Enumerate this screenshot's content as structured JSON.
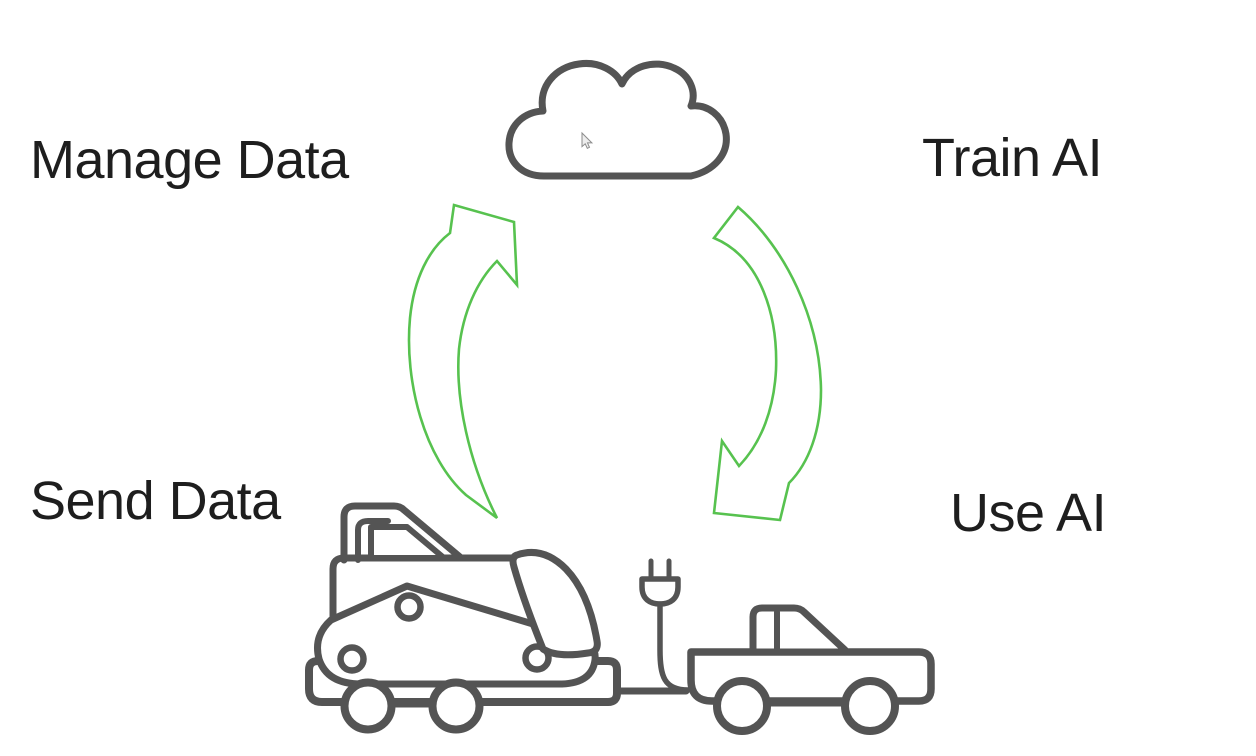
{
  "slide": {
    "labels": {
      "manage_data": "Manage Data",
      "train_ai": "Train AI",
      "send_data": "Send Data",
      "use_ai": "Use AI"
    },
    "icons": {
      "cloud": "cloud-icon",
      "arrow_up": "cycle-arrow-up-icon",
      "arrow_down": "cycle-arrow-down-icon",
      "bulldozer": "bulldozer-icon",
      "trailer": "equipment-trailer-icon",
      "plug": "power-plug-icon",
      "truck": "pickup-truck-icon",
      "cursor": "mouse-cursor-icon"
    }
  },
  "colors": {
    "background": "#ffffff",
    "ink": "#545454",
    "green": "#57c24f",
    "text": "#1e1e1e",
    "cursor_fill": "#ededed",
    "cursor_edge": "#8c8c8c"
  }
}
